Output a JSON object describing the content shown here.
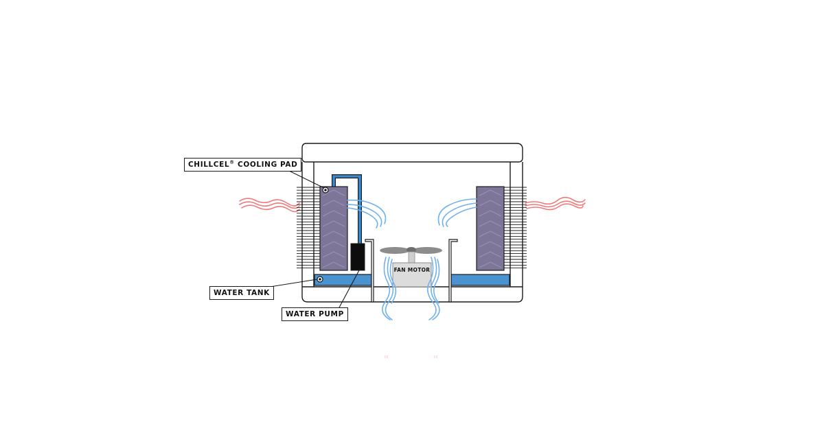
{
  "labels": {
    "cooling_pad_name": "CHILLCEL",
    "cooling_pad_mark": "®",
    "cooling_pad_rest": " COOLING PAD",
    "water_tank": "WATER TANK",
    "water_pump": "WATER PUMP",
    "fan_motor": "FAN MOTOR"
  },
  "colors": {
    "outline": "#1a1a1a",
    "cooling_pad": "#7e7699",
    "cooling_pad_zigzag": "#9a92b6",
    "water": "#4a93d0",
    "water_pipe": "#3b8ad0",
    "cool_air": "#6fb1ee",
    "hot_air": "#ee7a7c",
    "motor_body": "#dcdcdc",
    "fan_blade": "#8c8c8c",
    "pump": "#0d0d0d"
  }
}
